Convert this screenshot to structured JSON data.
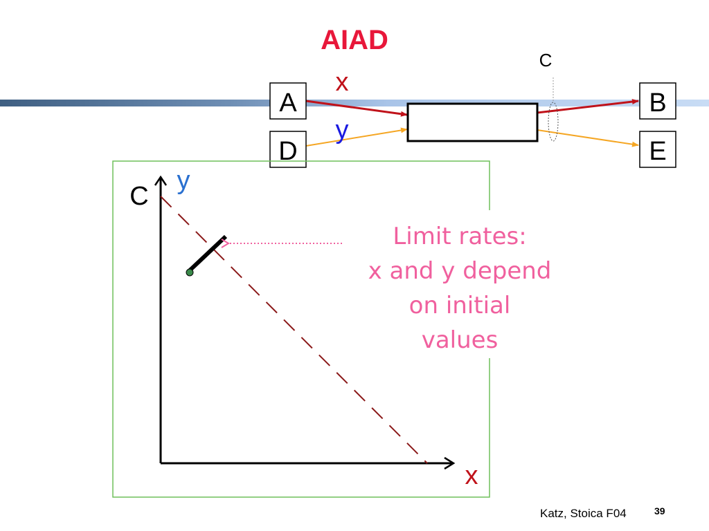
{
  "slide": {
    "title": "AIAD",
    "footer": "Katz, Stoica F04",
    "page_number": "39"
  },
  "network": {
    "nodes": {
      "a": "A",
      "b": "B",
      "d": "D",
      "e": "E"
    },
    "link_capacity_label": "C",
    "flow_x_label": "x",
    "flow_y_label": "y"
  },
  "plot": {
    "y_axis_label": "y",
    "x_axis_label": "x",
    "capacity_label": "C",
    "note_lines": [
      "Limit rates:",
      "x and y depend",
      "on initial",
      "values"
    ]
  },
  "colors": {
    "title": "#e8173a",
    "flow_x": "#c0121a",
    "flow_y": "#f5a623",
    "note": "#f0609e",
    "frame": "#6fbf5a",
    "capacity_line": "#8b1a1a",
    "start_point": "#3a8a4a"
  }
}
